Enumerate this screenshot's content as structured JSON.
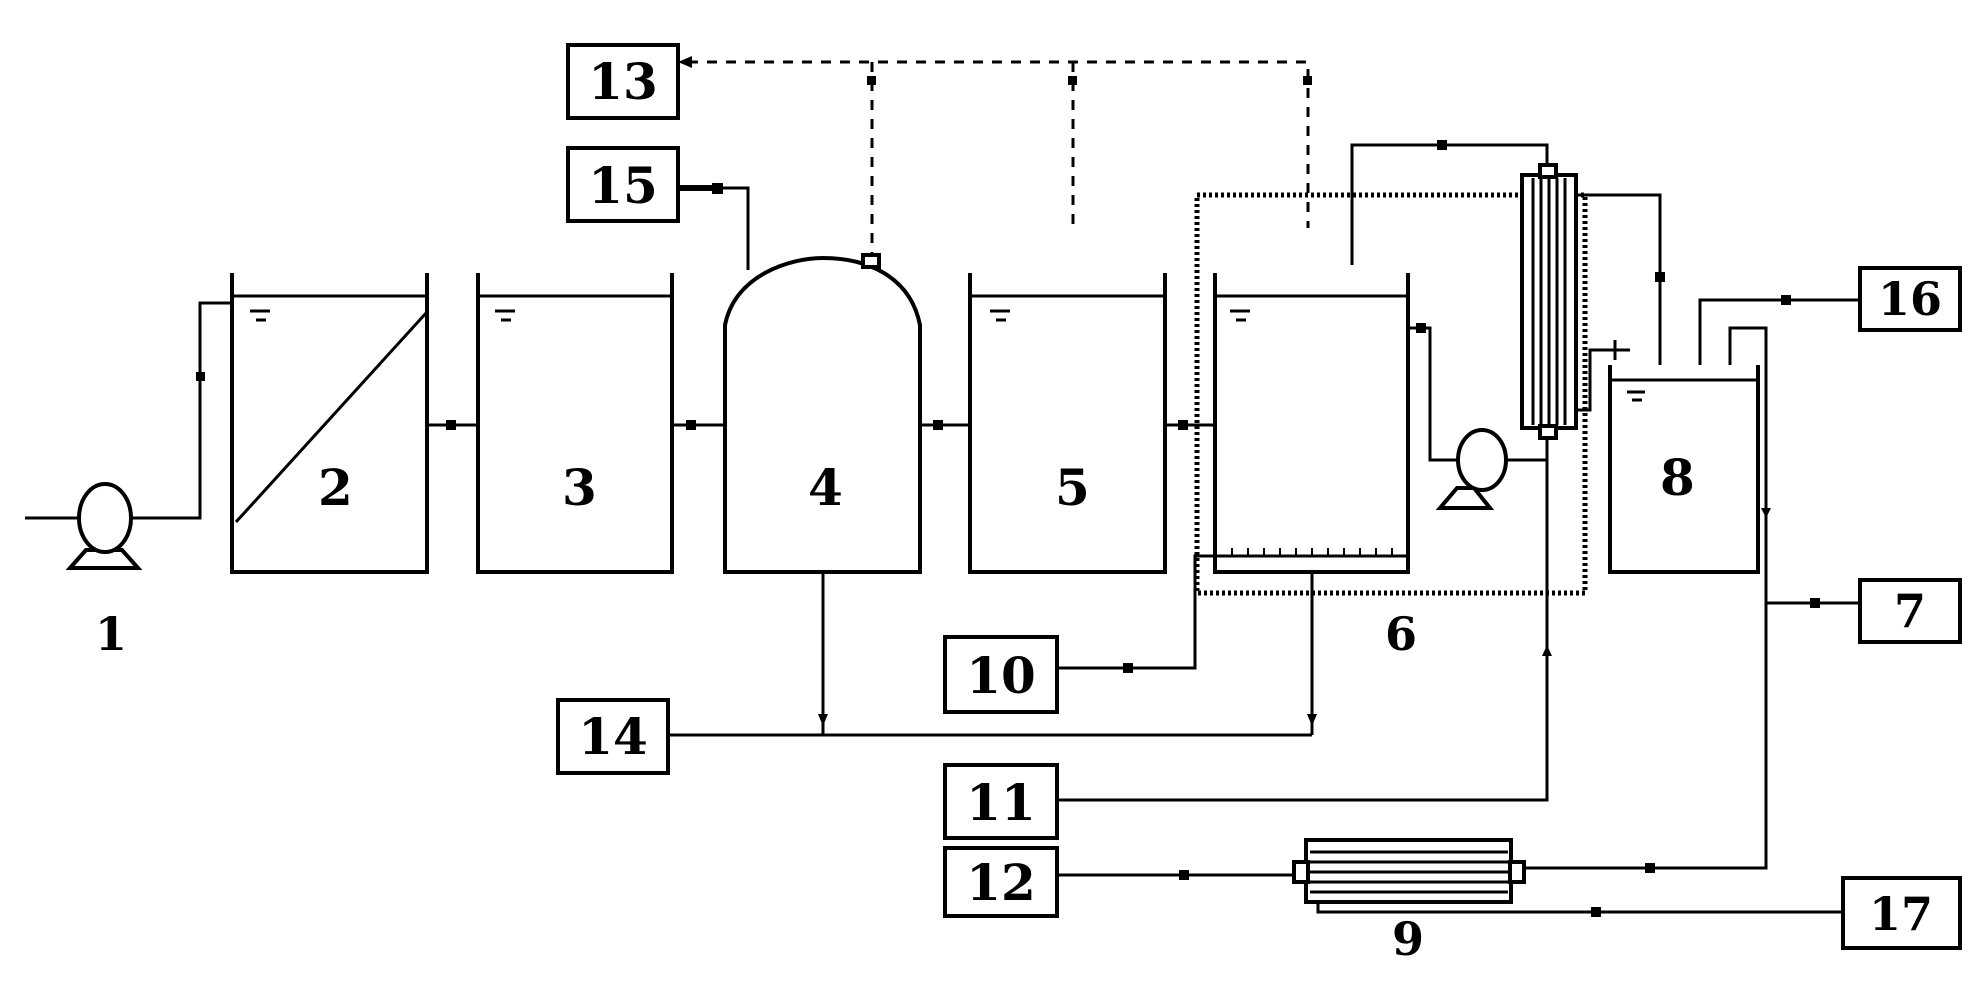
{
  "labels": {
    "pump": "1",
    "tank2": "2",
    "tank3": "3",
    "reactor4": "4",
    "tank5": "5",
    "membrane_unit": "6",
    "box7": "7",
    "tank8": "8",
    "module9": "9",
    "box10": "10",
    "box11": "11",
    "box12": "12",
    "box13": "13",
    "box14": "14",
    "box15": "15",
    "box16": "16",
    "box17": "17"
  }
}
